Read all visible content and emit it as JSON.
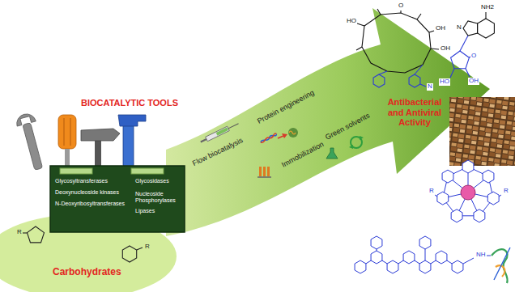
{
  "diagram": {
    "nodes": [
      {
        "text": [
          "Glycosyltransferases",
          "Deoxynucleoside kinases",
          "N-Deoxyribosyltransferases",
          "Glycosidases",
          "Nucleoside Phosphorylases",
          "Lipases"
        ]
      },
      {
        "text": [
          "Carbohydrates"
        ]
      },
      {
        "text": [
          "Flow biocatalysis",
          "Protein engineering",
          "Immobilization",
          "Green solvents",
          "Antibacterial and Antiviral Activity"
        ]
      }
    ],
    "labels": [
      "BIOCATALYTIC TOOLS",
      "R",
      "R",
      "O",
      "HO",
      "OH",
      "OH",
      "N",
      "NH2",
      "N",
      "HO",
      "OH",
      "O",
      "R",
      "R",
      "NH"
    ]
  }
}
